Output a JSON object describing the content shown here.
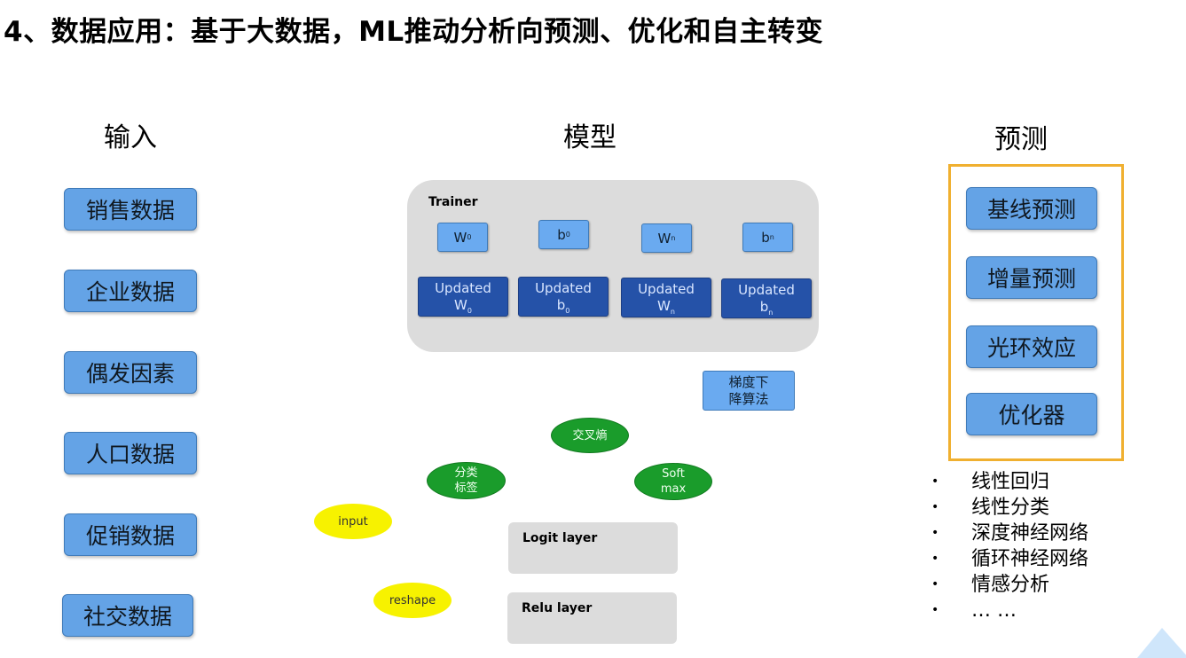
{
  "title": "4、数据应用：基于大数据，ML推动分析向预测、优化和自主转变",
  "columns": {
    "input": "输入",
    "model": "模型",
    "predict": "预测"
  },
  "inputs": [
    "销售数据",
    "企业数据",
    "偶发因素",
    "人口数据",
    "促销数据",
    "社交数据"
  ],
  "trainer": {
    "label": "Trainer",
    "params": [
      {
        "main": "W",
        "sub": "0"
      },
      {
        "main": "b",
        "sub": "0"
      },
      {
        "main": "W",
        "sub": "n"
      },
      {
        "main": "b",
        "sub": "n"
      }
    ],
    "updated_word": "Updated",
    "updated": [
      {
        "main": "W",
        "sub": "0"
      },
      {
        "main": "b",
        "sub": "0"
      },
      {
        "main": "W",
        "sub": "n"
      },
      {
        "main": "b",
        "sub": "n"
      }
    ]
  },
  "gradient": {
    "line1": "梯度下",
    "line2": "降算法"
  },
  "nodes": {
    "cross_entropy": "交叉熵",
    "class_label_1": "分类",
    "class_label_2": "标签",
    "softmax_1": "Soft",
    "softmax_2": "max",
    "input": "input",
    "reshape": "reshape"
  },
  "layers": {
    "logit": "Logit layer",
    "relu": "Relu layer"
  },
  "predictions": [
    "基线预测",
    "增量预测",
    "光环效应",
    "优化器"
  ],
  "algorithms": [
    "线性回归",
    "线性分类",
    "深度神经网络",
    "循环神经网络",
    "情感分析",
    "… …"
  ],
  "colors": {
    "button_blue": "#64a3e6",
    "updated_blue": "#2552a8",
    "node_green": "#1a9c2b",
    "node_yellow": "#f7f200",
    "frame_orange": "#f0b030"
  }
}
